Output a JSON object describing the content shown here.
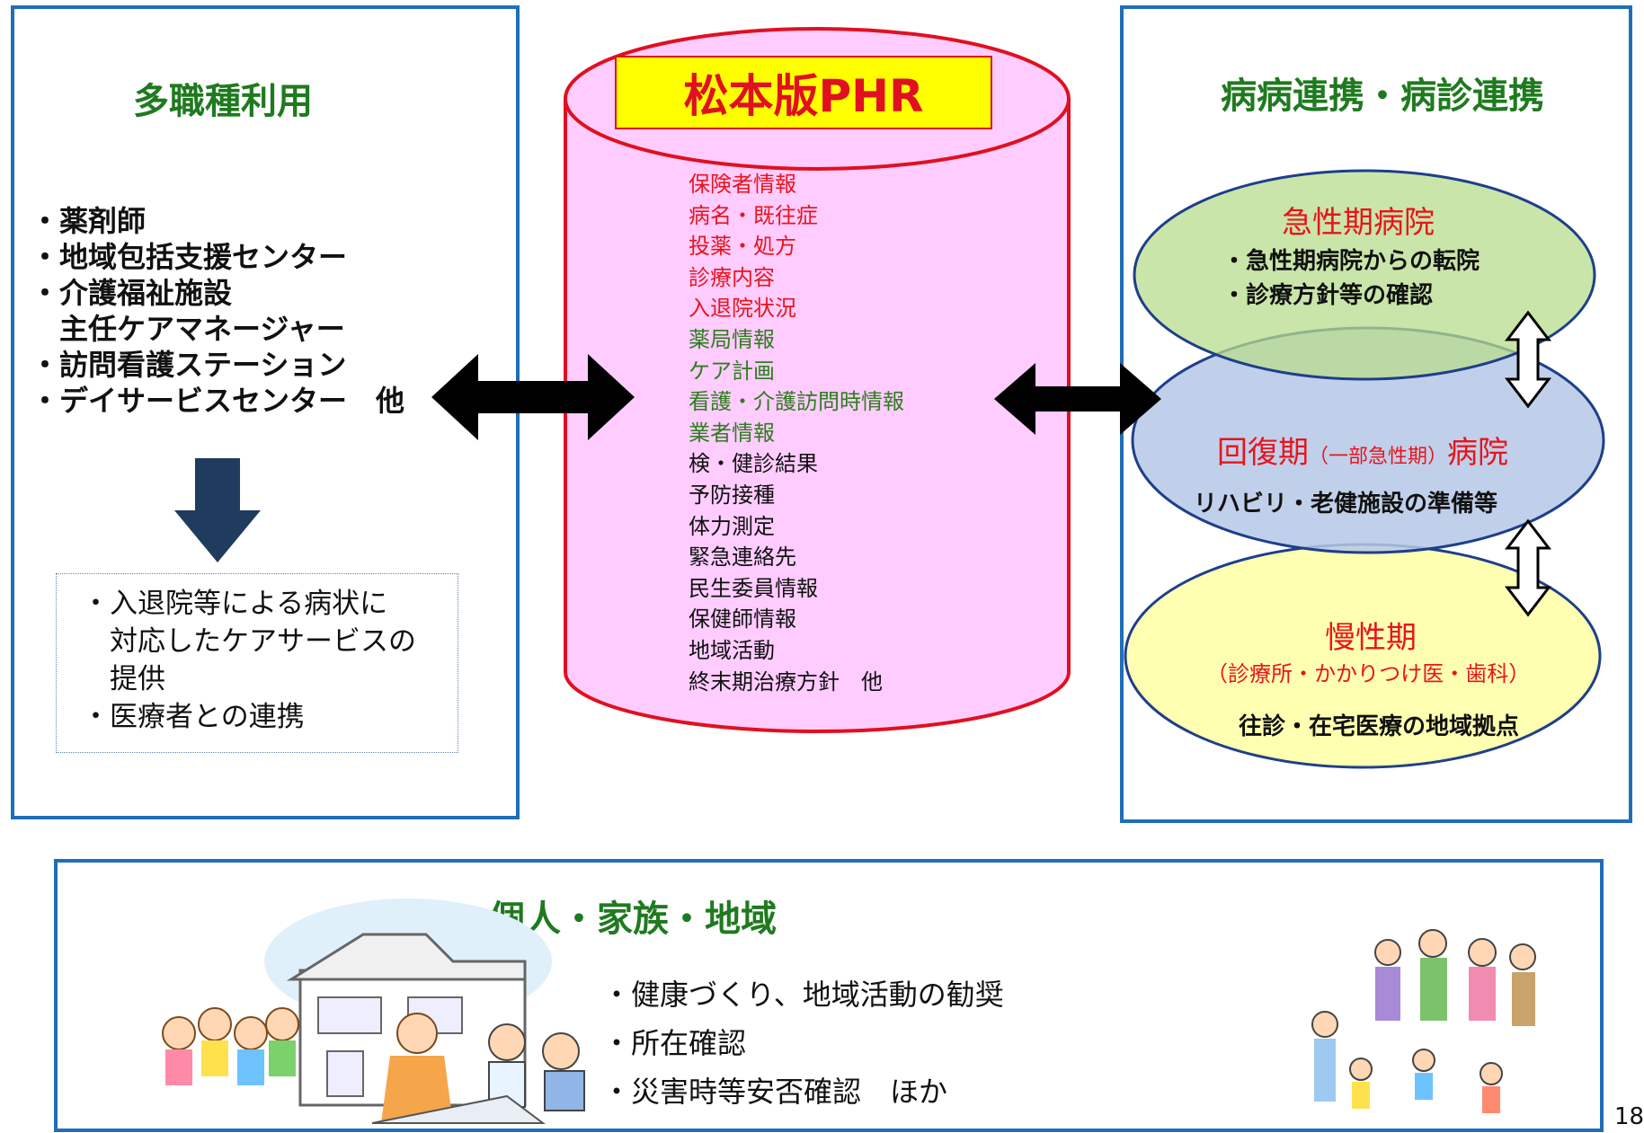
{
  "left_panel": {
    "title": "多職種利用",
    "items": [
      "・薬剤師",
      "・地域包括支援センター",
      "・介護福祉施設",
      "　主任ケアマネージャー",
      "・訪問看護ステーション",
      "・デイサービスセンター　他"
    ],
    "note_lines": [
      "・入退院等による病状に",
      "　対応したケアサービスの",
      "　提供",
      "・医療者との連携"
    ]
  },
  "database": {
    "title": "松本版PHR",
    "items": [
      {
        "text": "保険者情報",
        "color": "#e8141c"
      },
      {
        "text": "病名・既往症",
        "color": "#e8141c"
      },
      {
        "text": "投薬・処方",
        "color": "#e8141c"
      },
      {
        "text": "診療内容",
        "color": "#e8141c"
      },
      {
        "text": "入退院状況",
        "color": "#e8141c"
      },
      {
        "text": "薬局情報",
        "color": "#2e7d1e"
      },
      {
        "text": "ケア計画",
        "color": "#2e7d1e"
      },
      {
        "text": "看護・介護訪問時情報",
        "color": "#2e7d1e"
      },
      {
        "text": "業者情報",
        "color": "#2e7d1e"
      },
      {
        "text": "検・健診結果",
        "color": "#111111"
      },
      {
        "text": "予防接種",
        "color": "#111111"
      },
      {
        "text": "体力測定",
        "color": "#111111"
      },
      {
        "text": "緊急連絡先",
        "color": "#111111"
      },
      {
        "text": "民生委員情報",
        "color": "#111111"
      },
      {
        "text": "保健師情報",
        "color": "#111111"
      },
      {
        "text": "地域活動",
        "color": "#111111"
      },
      {
        "text": "終末期治療方針　他",
        "color": "#111111"
      }
    ]
  },
  "right_panel": {
    "title": "病病連携・病診連携",
    "acute": {
      "title": "急性期病院",
      "lines": [
        "・急性期病院からの転院",
        "・診療方針等の確認"
      ]
    },
    "recovery": {
      "title_main": "回復期",
      "title_small": "（一部急性期）",
      "title_end": "病院",
      "line": "リハビリ・老健施設の準備等"
    },
    "chronic": {
      "title": "慢性期",
      "subtitle": "（診療所・かかりつけ医・歯科）",
      "line": "往診・在宅医療の地域拠点"
    }
  },
  "bottom_panel": {
    "title": "個人・家族・地域",
    "items": [
      "・健康づくり、地域活動の勧奨",
      "・所在確認",
      "・災害時等安否確認　ほか"
    ]
  },
  "page_number": "18",
  "colors": {
    "panel_border": "#1f6fb8",
    "title_green": "#1f7a1f",
    "cylinder_fill": "#ffccff",
    "cylinder_stroke": "#e01020",
    "label_fill": "#ffff00",
    "red": "#e8141c"
  }
}
